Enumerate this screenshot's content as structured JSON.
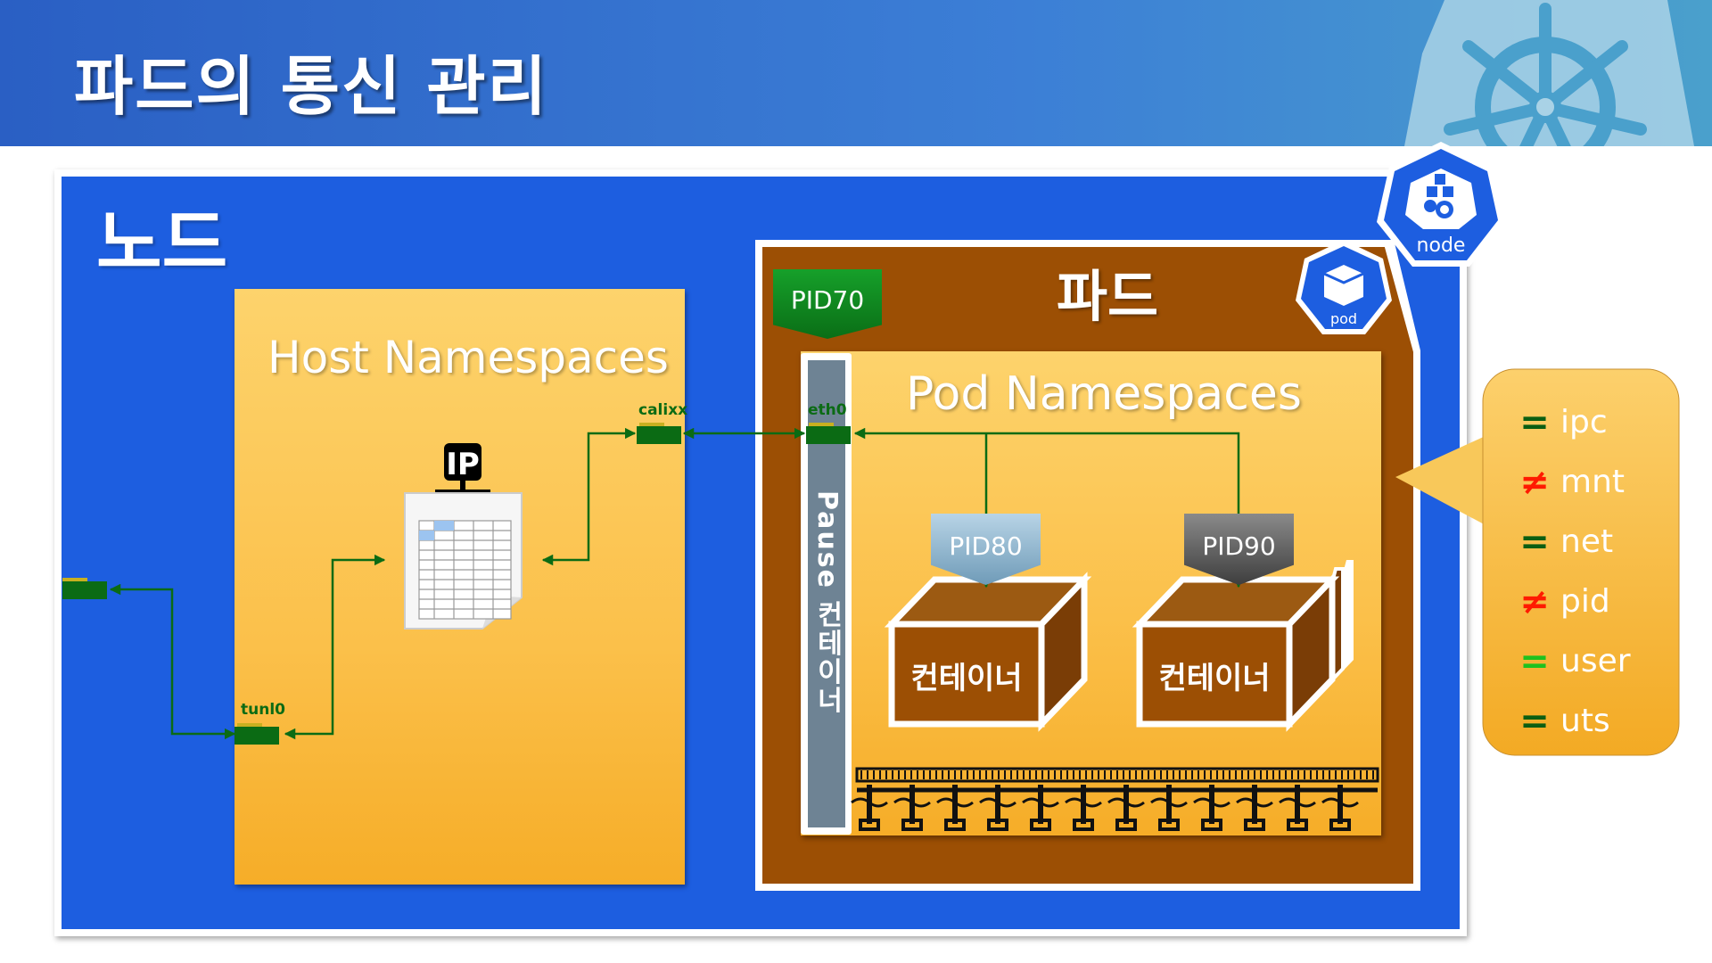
{
  "header": {
    "title": "파드의 통신 관리",
    "logo": "kubernetes-helm-icon"
  },
  "node": {
    "title": "노드",
    "badge_label": "node"
  },
  "host": {
    "title": "Host Namespaces",
    "ip_icon_label": "IP",
    "nics": {
      "left": "",
      "tunl0": "tunl0",
      "calixx": "calixx"
    }
  },
  "pod": {
    "title": "파드",
    "badge_label": "pod",
    "pid": "PID70",
    "namespaces_title": "Pod Namespaces",
    "pause": {
      "label": "Pause 컨테이너",
      "nic": "eth0"
    },
    "containers": [
      {
        "pid": "PID80",
        "label": "컨테이너"
      },
      {
        "pid": "PID90",
        "label": "컨테이너"
      }
    ]
  },
  "namespace_list": [
    {
      "symbol": "=",
      "name": "ipc",
      "color": "#0b5e12"
    },
    {
      "symbol": "≠",
      "name": "mnt",
      "color": "#ff1a00"
    },
    {
      "symbol": "=",
      "name": "net",
      "color": "#0b5e12"
    },
    {
      "symbol": "≠",
      "name": "pid",
      "color": "#ff1a00"
    },
    {
      "symbol": "=",
      "name": "user",
      "color": "#1ec21e"
    },
    {
      "symbol": "=",
      "name": "uts",
      "color": "#0b5e12"
    }
  ],
  "colors": {
    "node_blue": "#1d5ee0",
    "pod_brown": "#9c4f04",
    "line_green": "#0b6b14"
  }
}
